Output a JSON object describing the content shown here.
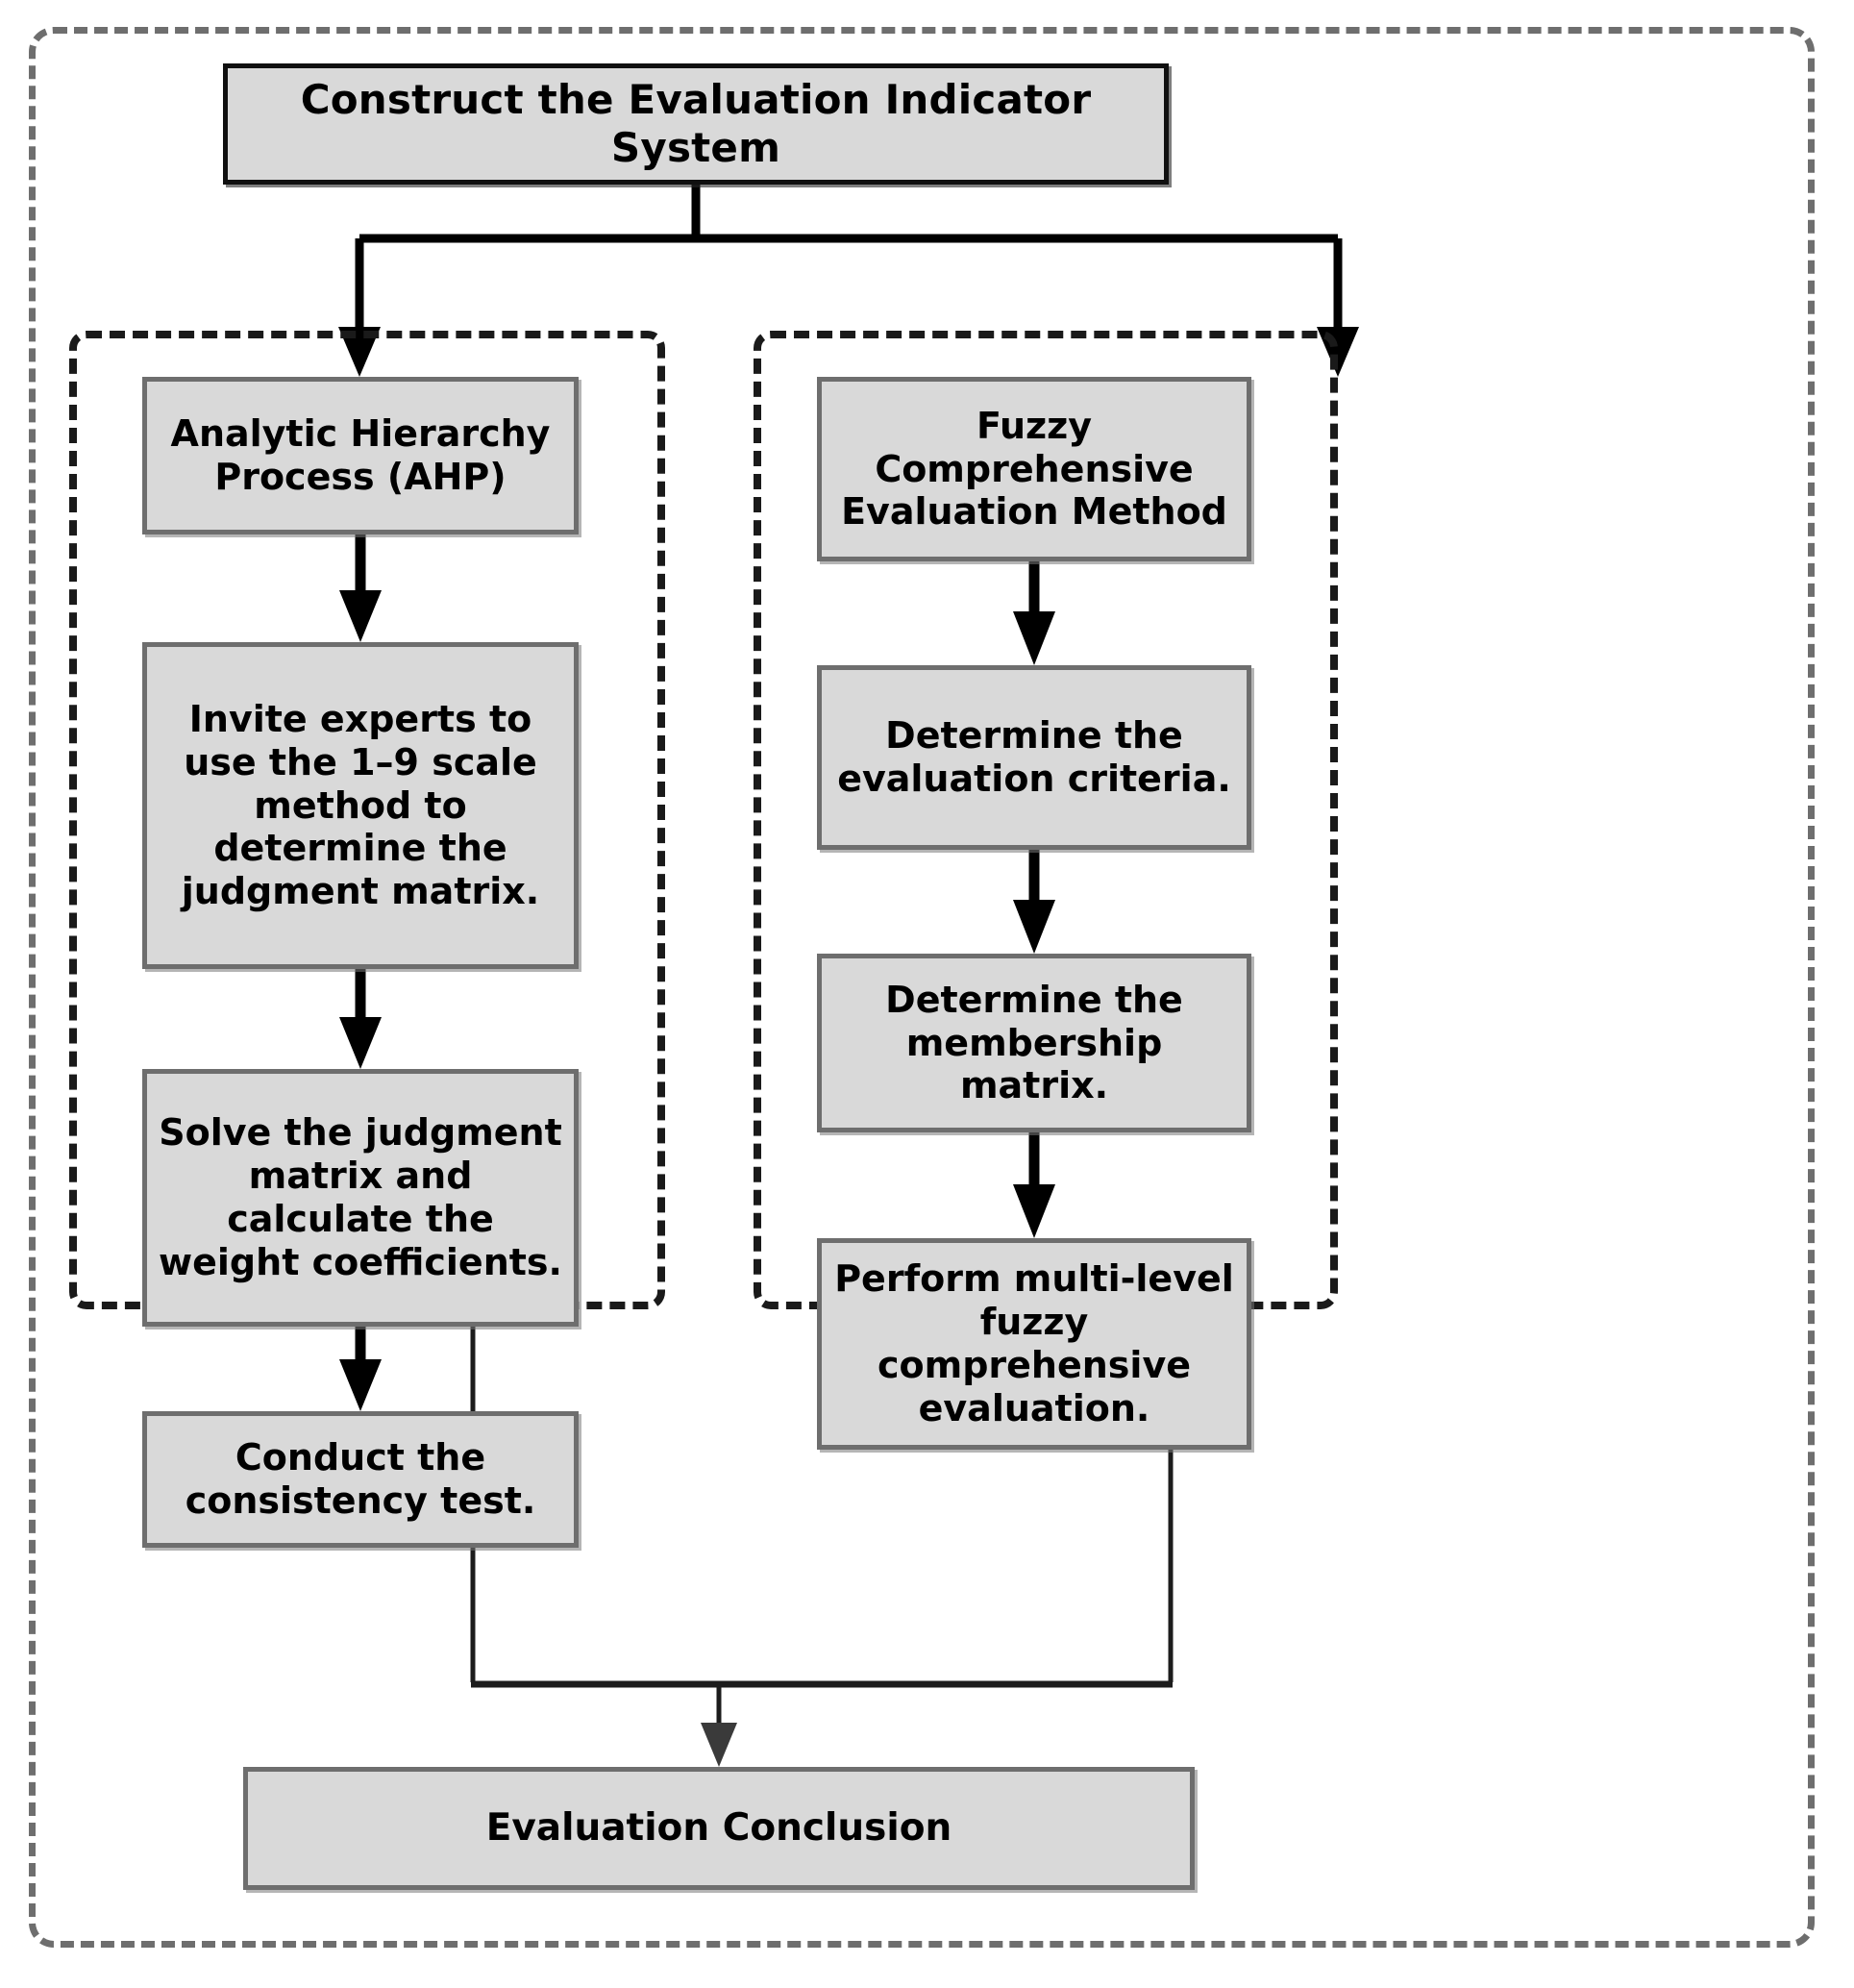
{
  "diagram": {
    "title_node": "Construct the Evaluation Indicator System",
    "conclusion_node": "Evaluation Conclusion",
    "colors": {
      "node_fill": "#d9d9d9",
      "node_border_gray": "#6e6e6e",
      "node_border_black": "#101010",
      "panel_border": "#1a1a1a",
      "outer_border": "#6e6e6e",
      "connector": "#000000",
      "text": "#000000"
    },
    "panels": [
      {
        "id": "ahp",
        "nodes": [
          {
            "id": "ahp-method",
            "label": "Analytic Hierarchy Process (AHP)"
          },
          {
            "id": "invite",
            "label": "Invite experts to use the 1–9 scale method to determine the judgment matrix."
          },
          {
            "id": "solve",
            "label": "Solve the judgment matrix and calculate the weight coefficients."
          },
          {
            "id": "consistency",
            "label": "Conduct the consistency test."
          }
        ]
      },
      {
        "id": "fuzzy",
        "nodes": [
          {
            "id": "fuzzy-method",
            "label": "Fuzzy Comprehensive Evaluation Method"
          },
          {
            "id": "criteria",
            "label": "Determine the evaluation criteria."
          },
          {
            "id": "membership",
            "label": "Determine the membership matrix."
          },
          {
            "id": "perform",
            "label": "Perform multi-level fuzzy comprehensive evaluation."
          }
        ]
      }
    ]
  }
}
